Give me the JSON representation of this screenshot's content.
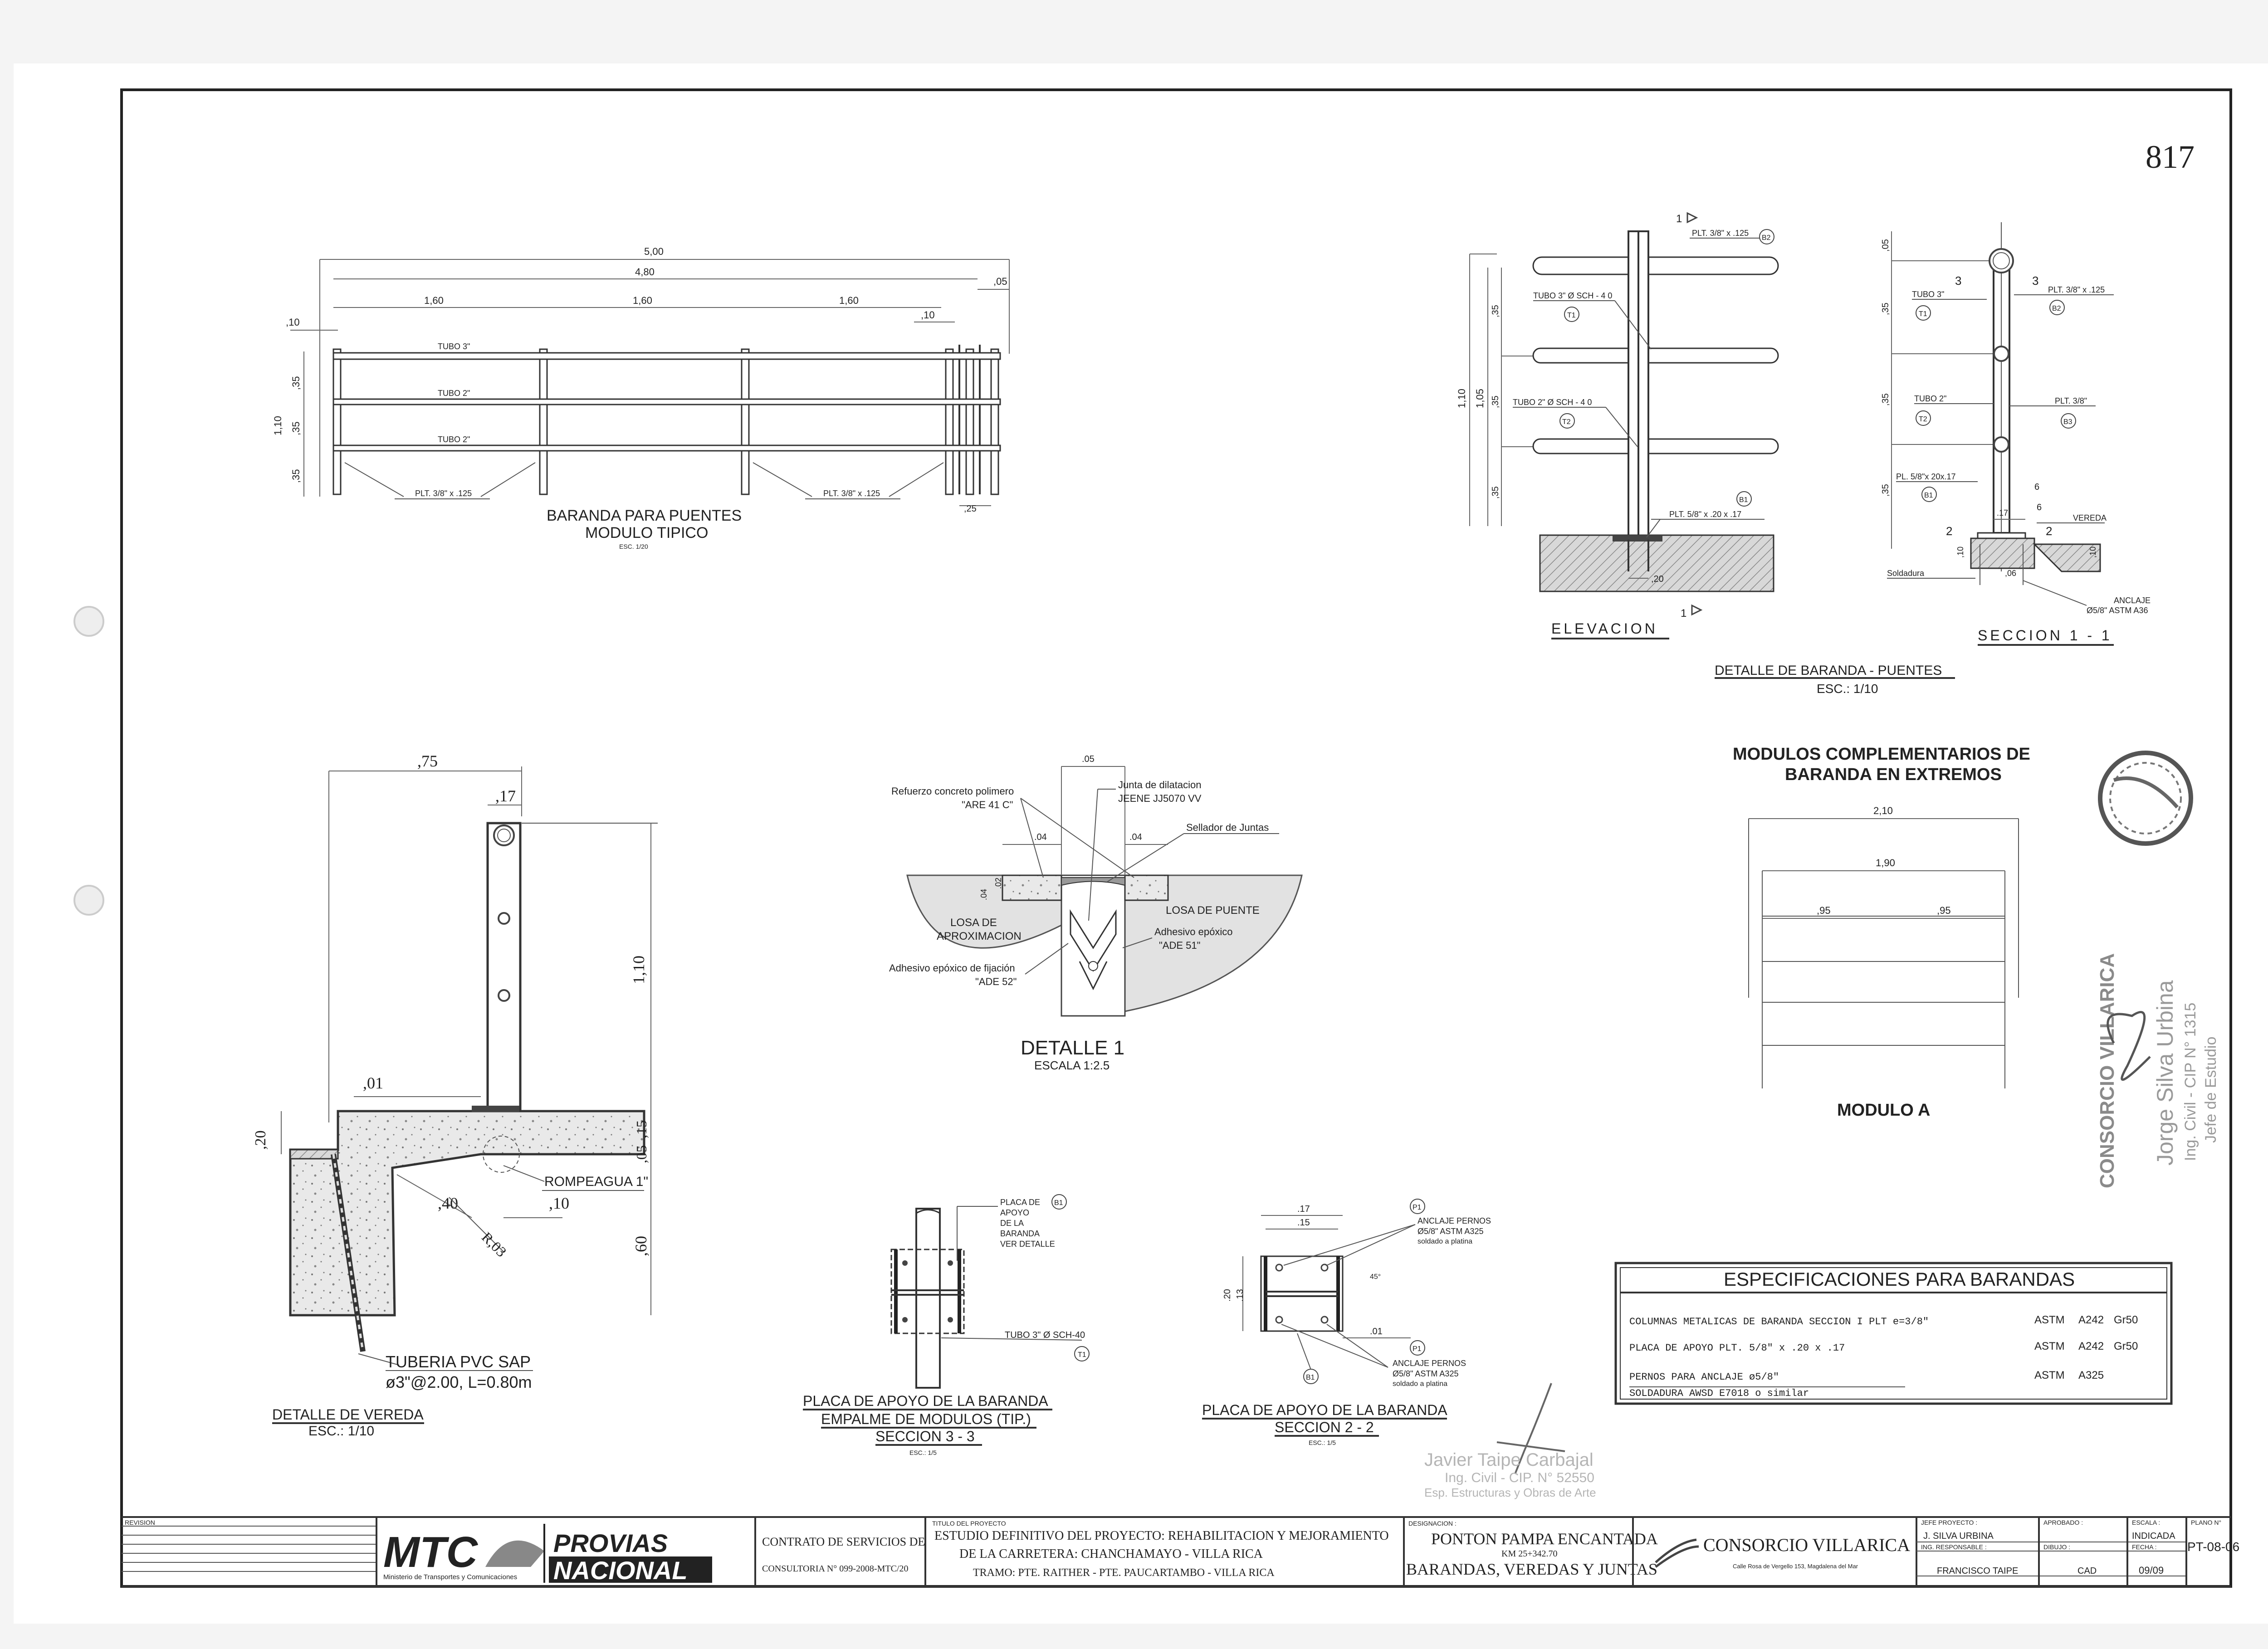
{
  "sheet_number": "817",
  "baranda_puentes": {
    "title": "BARANDA PARA PUENTES",
    "subtitle": "MODULO TIPICO",
    "scale": "ESC. 1/20",
    "dims": {
      "total": "5,00",
      "inner": "4,80",
      "span1": "1,60",
      "span2": "1,60",
      "span3": "1,60",
      "left": ",10",
      "right": ",10",
      "end": ",05",
      "h1": ",35",
      "h2": ",35",
      "h3": ",35",
      "htotal": "1,10",
      "base": ",25"
    },
    "labels": {
      "tubo_top": "TUBO 3\"",
      "tubo_mid": "TUBO 2\"",
      "tubo_bot": "TUBO 2\"",
      "plt_left": "PLT. 3/8\" x .125",
      "plt_right": "PLT. 3/8\" x .125"
    }
  },
  "elevacion": {
    "title": "ELEVACION",
    "labels": {
      "plt_top": "PLT. 3/8\" x .125",
      "b2": "B2",
      "tubo3": "TUBO 3\" Ø SCH - 4 0",
      "t1": "T1",
      "tubo2": "TUBO 2\" Ø SCH - 4 0",
      "t2": "T2",
      "b1": "B1",
      "plt_base": "PLT. 5/8\" x .20 x .17",
      "cut_top": "1",
      "cut_bot": "1"
    },
    "dims": {
      "h_total": "1,10",
      "h_inner": "1,05",
      "d1": ",35",
      "d2": ",35",
      "d3": ",35",
      "base": ",20"
    }
  },
  "seccion_1_1": {
    "title": "SECCION   1 - 1",
    "labels": {
      "tubo3": "TUBO 3\"",
      "t1": "T1",
      "plt_right": "PLT. 3/8\" x .125",
      "b2": "B2",
      "tubo2": "TUBO 2\"",
      "t2": "T2",
      "plt38": "PLT. 3/8\"",
      "b3": "B3",
      "pl_base": "PL. 5/8\"x 20x.17",
      "b1": "B1",
      "soldadura": "Soldadura",
      "vereda": "VEREDA",
      "anclaje": "ANCLAJE",
      "anclaje_spec": "Ø5/8\" ASTM A36",
      "n3a": "3",
      "n3b": "3",
      "n2a": "2",
      "n2b": "2",
      "n6a": "6",
      "n6b": "6"
    },
    "dims": {
      "d05": ",05",
      "d35a": ",35",
      "d35b": ",35",
      "d35c": ",35",
      "d17": ".17",
      "d10a": ",10",
      "d10b": ",10",
      "d06": ",06"
    }
  },
  "detalle_baranda": {
    "title": "DETALLE DE BARANDA - PUENTES",
    "scale": "ESC.: 1/10"
  },
  "modulos": {
    "title_line1": "MODULOS COMPLEMENTARIOS DE",
    "title_line2": "BARANDA EN EXTREMOS",
    "dims": {
      "total": "2,10",
      "inner": "1,90",
      "half1": ",95",
      "half2": ",95"
    },
    "label": "MODULO A"
  },
  "detalle_vereda": {
    "title": "DETALLE DE VEREDA",
    "scale": "ESC.: 1/10",
    "dims": {
      "w": ",75",
      "post": ",17",
      "h": "1,10",
      "d01": ",01",
      "d20": ",20",
      "d05": ",05",
      "d15": ",15",
      "d40": ",40",
      "d10": ",10",
      "r": "R,03",
      "d60": ",60"
    },
    "labels": {
      "rompeagua": "ROMPEAGUA 1\"",
      "tuberia1": "TUBERIA PVC SAP",
      "tuberia2": "ø3\"@2.00, L=0.80m"
    }
  },
  "detalle_1": {
    "title": "DETALLE 1",
    "scale": "ESCALA 1:2.5",
    "labels": {
      "refuerzo": "Refuerzo concreto polimero",
      "are41": "\"ARE 41 C\"",
      "junta": "Junta de dilatacion",
      "jeene": "JEENE JJ5070 VV",
      "sellador": "Sellador de Juntas",
      "losa_aprox1": "LOSA DE",
      "losa_aprox2": "APROXIMACION",
      "losa_puente": "LOSA DE PUENTE",
      "adh_ade51": "Adhesivo epóxico",
      "ade51": "\"ADE 51\"",
      "adh_fij": "Adhesivo epóxico de fijación",
      "ade52": "\"ADE 52\""
    },
    "dims": {
      "d05": ".05",
      "d04a": ".04",
      "d04b": ".04",
      "d02": ".02",
      "d04c": ".04"
    }
  },
  "placa_3_3": {
    "title1": "PLACA DE APOYO DE LA BARANDA",
    "title2": "EMPALME DE MODULOS (TIP.)",
    "title3": "SECCION  3 - 3",
    "scale": "ESC.: 1/5",
    "labels": {
      "placa1": "PLACA DE",
      "placa2": "APOYO",
      "placa3": "DE LA",
      "placa4": "BARANDA",
      "placa5": "VER DETALLE",
      "b1": "B1",
      "tubo": "TUBO 3\" Ø SCH-40",
      "t1": "T1"
    }
  },
  "placa_2_2": {
    "title1": "PLACA DE APOYO DE LA BARANDA",
    "title2": "SECCION  2 - 2",
    "scale": "ESC.: 1/5",
    "labels": {
      "p1a": "P1",
      "anc1": "ANCLAJE PERNOS",
      "anc2": "Ø5/8\" ASTM A325",
      "anc3": "soldado a platina",
      "p1b": "P1",
      "anc4": "ANCLAJE PERNOS",
      "anc5": "Ø5/8\" ASTM A325",
      "anc6": "soldado a platina",
      "b1": "B1"
    },
    "dims": {
      "d17": ".17",
      "d15": ".15",
      "d20": ".20",
      "d13": ".13",
      "d01": ".01",
      "ang": "45°"
    }
  },
  "especificaciones": {
    "title": "ESPECIFICACIONES PARA BARANDAS",
    "rows": [
      {
        "desc": "COLUMNAS METALICAS DE BARANDA SECCION I   PLT e=3/8\"",
        "std": "ASTM",
        "code": "A242",
        "grade": "Gr50"
      },
      {
        "desc": "PLACA DE APOYO   PLT. 5/8\" x .20 x .17",
        "std": "ASTM",
        "code": "A242",
        "grade": "Gr50"
      },
      {
        "desc": "PERNOS PARA ANCLAJE ø5/8\"",
        "std": "ASTM",
        "code": "A325",
        "grade": ""
      },
      {
        "desc": "SOLDADURA AWSD E7018 o similar",
        "std": "",
        "code": "",
        "grade": ""
      }
    ]
  },
  "stamps": {
    "consorcio": "CONSORCIO VILLARICA",
    "firma_nombre": "Jorge Silva Urbina",
    "firma_cargo": "Ing. Civil - CIP N° 1315",
    "firma_puesto": "Jefe de Estudio",
    "sello2_1": "Javier Taipe Carbajal",
    "sello2_2": "Ing. Civil - CIP. N° 52550",
    "sello2_3": "Esp. Estructuras y Obras de Arte"
  },
  "title_block": {
    "revision": "REVISION",
    "mtc": "MTC",
    "mtc_sub": "Ministerio de Transportes y Comunicaciones",
    "provias1": "PROVIAS",
    "provias2": "NACIONAL",
    "contrato1": "CONTRATO DE SERVICIOS DE",
    "contrato2": "CONSULTORIA N° 099-2008-MTC/20",
    "proyecto_label": "TITULO DEL PROYECTO",
    "proyecto1": "ESTUDIO DEFINITIVO DEL PROYECTO: REHABILITACION Y MEJORAMIENTO",
    "proyecto2": "DE LA CARRETERA: CHANCHAMAYO - VILLA RICA",
    "proyecto3": "TRAMO: PTE. RAITHER - PTE. PAUCARTAMBO - VILLA RICA",
    "designacion_label": "DESIGNACION :",
    "designacion1": "PONTON PAMPA ENCANTADA",
    "designacion2": "KM 25+342.70",
    "designacion3": "BARANDAS, VEREDAS Y JUNTAS",
    "consorcio": "CONSORCIO VILLARICA",
    "consorcio_addr": "Calle Rosa de Vergello 153, Magdalena del Mar",
    "jefe_label": "JEFE PROYECTO :",
    "jefe": "J. SILVA URBINA",
    "ing_label": "ING. RESPONSABLE :",
    "ing": "FRANCISCO TAIPE",
    "aprobado_label": "APROBADO :",
    "dibujo_label": "DIBUJO :",
    "dibujo": "CAD",
    "escala_label": "ESCALA :",
    "escala": "INDICADA",
    "fecha_label": "FECHA :",
    "fecha": "09/09",
    "plano_label": "PLANO N°",
    "plano": "PT-08-06"
  }
}
